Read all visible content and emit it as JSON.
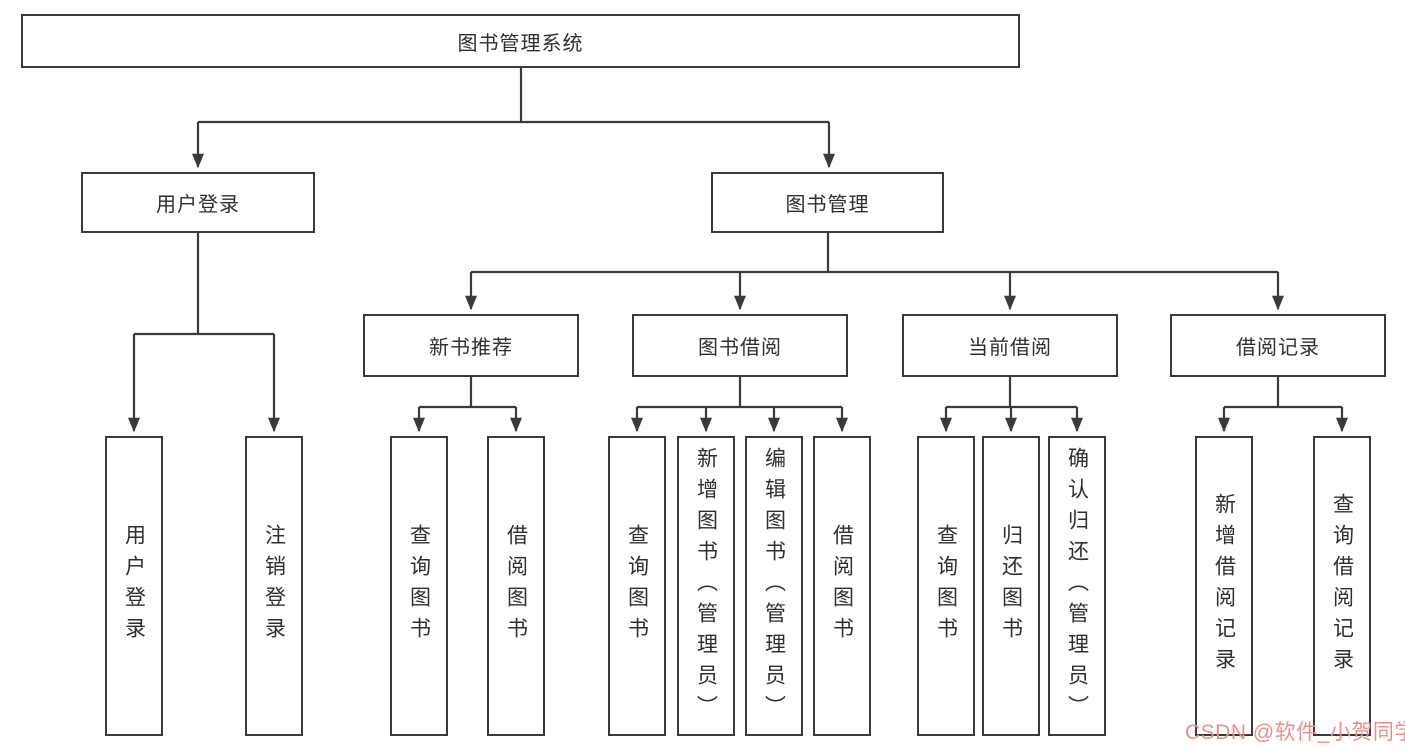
{
  "colors": {
    "line": "#3a3a3a",
    "box_bg": "#ffffff",
    "watermark": "#ee8d8d"
  },
  "nodes": {
    "root": "图书管理系统",
    "l2": [
      "用户登录",
      "图书管理"
    ],
    "l3": [
      "新书推荐",
      "图书借阅",
      "当前借阅",
      "借阅记录"
    ],
    "leaves": {
      "login": [
        "用户登录",
        "注销登录"
      ],
      "recommend": [
        "查询图书",
        "借阅图书"
      ],
      "borrow": [
        "查询图书",
        "新增图书（管理员）",
        "编辑图书（管理员）",
        "借阅图书"
      ],
      "current": [
        "查询图书",
        "归还图书",
        "确认归还（管理员）"
      ],
      "records": [
        "新增借阅记录",
        "查询借阅记录"
      ]
    }
  },
  "watermark": {
    "text": "CSDN @软件_小贺同学",
    "color": "#ee8d8d"
  }
}
